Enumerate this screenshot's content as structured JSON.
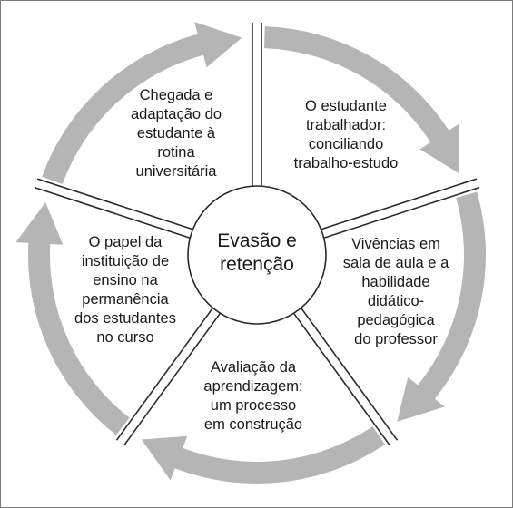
{
  "center": {
    "label": "Evasão e\nretenção"
  },
  "segments": [
    {
      "label": "Chegada e\nadaptação do\nestudante à\nrotina\nuniversitária"
    },
    {
      "label": "O estudante\ntrabalhador:\nconciliando\ntrabalho-estudo"
    },
    {
      "label": "Vivências em\nsala de aula e a\nhabilidade\ndidático-\npedagógica\ndo professor"
    },
    {
      "label": "Avaliação da\naprendizagem:\num processo\nem construção"
    },
    {
      "label": "O papel da\ninstituição de\nensino na\npermanência\ndos estudantes\nno curso"
    }
  ],
  "colors": {
    "arrow": "#b5b5b5",
    "divider": "#2a2a2a",
    "text": "#1a1a1a"
  }
}
